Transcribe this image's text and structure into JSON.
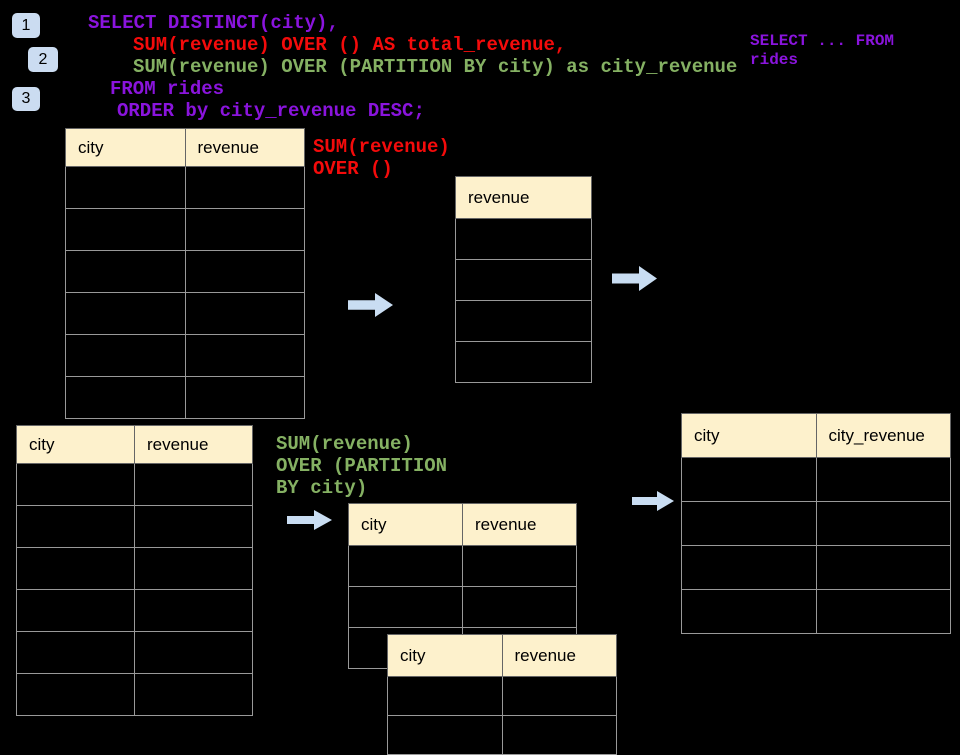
{
  "colors": {
    "background": "#000000",
    "sql_purple": "#8a14dd",
    "sql_red": "#f40b0b",
    "sql_green": "#85b163",
    "table_header_fill": "#fdf1cc",
    "table_border": "#999999",
    "arrow_fill": "#c9ddf2",
    "badge_fill": "#cbdcf1"
  },
  "badges": [
    {
      "label": "1"
    },
    {
      "label": "2"
    },
    {
      "label": "3"
    }
  ],
  "sql_main": {
    "lines": [
      {
        "text": "SELECT DISTINCT(city),"
      },
      {
        "text": "SUM(revenue) OVER () AS total_revenue,"
      },
      {
        "text": "SUM(revenue) OVER (PARTITION BY city) as city_revenue"
      },
      {
        "text": "FROM rides"
      },
      {
        "text": "ORDER by city_revenue DESC;"
      }
    ]
  },
  "sql_snippet": {
    "line1": "SELECT ... FROM",
    "line2": "rides"
  },
  "labels": {
    "total_window": {
      "line1": "SUM(revenue)",
      "line2": "OVER ()"
    },
    "partition_window": {
      "line1": "SUM(revenue)",
      "line2": "OVER (PARTITION",
      "line3": "BY city)"
    }
  },
  "tables": {
    "source_top": {
      "headers": [
        "city",
        "revenue"
      ],
      "row_count": 6
    },
    "total_revenue_result": {
      "headers": [
        "revenue"
      ],
      "row_count": 4
    },
    "source_bottom": {
      "headers": [
        "city",
        "revenue"
      ],
      "row_count": 6
    },
    "partition_step": {
      "headers": [
        "city",
        "revenue"
      ],
      "row_count": 3
    },
    "partition_step_overlay": {
      "headers": [
        "city",
        "revenue"
      ],
      "row_count": 2
    },
    "city_revenue_result": {
      "headers": [
        "city",
        "city_revenue"
      ],
      "row_count": 4
    }
  }
}
